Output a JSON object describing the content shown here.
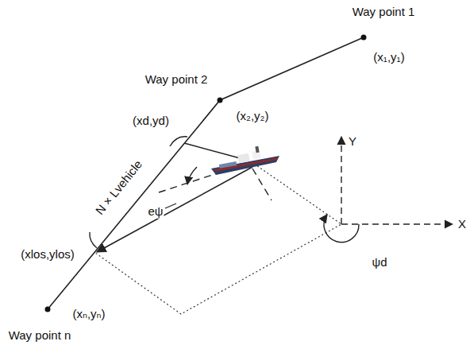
{
  "diagram": {
    "labels": [
      "Way point 1",
      "(x₁,y₁)",
      "Way point 2",
      "(x₂,y₂)",
      "(xd,yd)",
      "N × Lvehicle",
      "(xlos,ylos)",
      "eψ",
      "(xₙ,yₙ)",
      "Way point n",
      "Y",
      "X",
      "ψd"
    ]
  }
}
